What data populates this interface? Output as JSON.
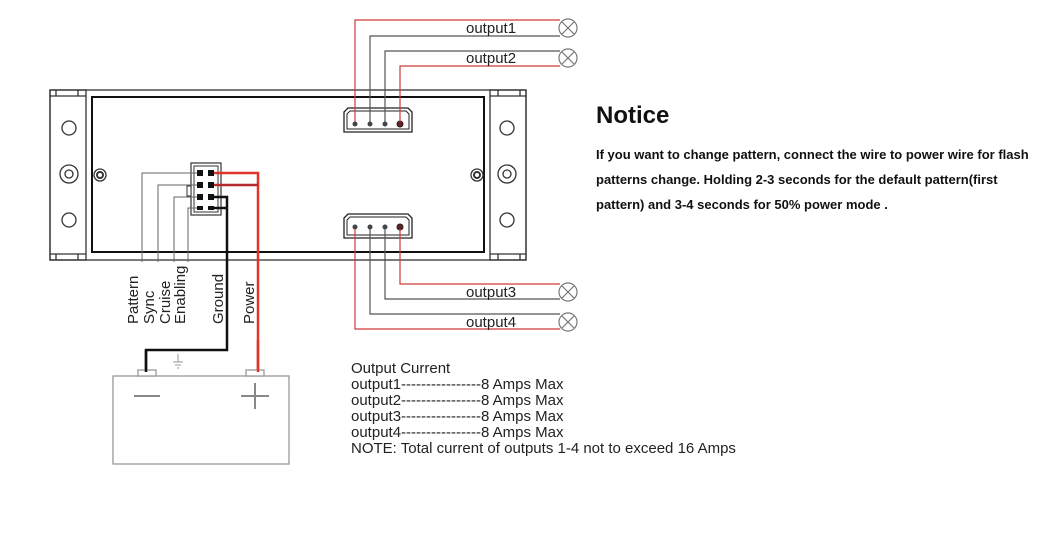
{
  "colors": {
    "wire_red": "#d03a3a",
    "wire_power": "#e0332a",
    "wire_black": "#111111",
    "wire_gray": "#555555",
    "outline": "#333333",
    "light_outline": "#888888"
  },
  "outputs": [
    {
      "label": "output1",
      "icon": "lamp-icon"
    },
    {
      "label": "output2",
      "icon": "lamp-icon"
    },
    {
      "label": "output3",
      "icon": "lamp-icon"
    },
    {
      "label": "output4",
      "icon": "lamp-icon"
    }
  ],
  "harness_wires": [
    "Pattern",
    "Sync",
    "Cruise",
    "Enabling",
    "Ground",
    "Power"
  ],
  "battery": {
    "negative_symbol": "—",
    "positive_symbol": "+"
  },
  "notice": {
    "title": "Notice",
    "body": "If you want to change pattern, connect the wire to power wire for flash patterns change. Holding 2-3 seconds for the default pattern(first pattern) and 3-4 seconds for 50% power mode ."
  },
  "output_current": {
    "title": "Output Current",
    "rows": [
      "output1----------------8 Amps Max",
      "output2----------------8 Amps Max",
      "output3----------------8 Amps Max",
      "output4----------------8 Amps Max"
    ],
    "note": "NOTE: Total current of outputs 1-4 not to exceed 16 Amps"
  }
}
